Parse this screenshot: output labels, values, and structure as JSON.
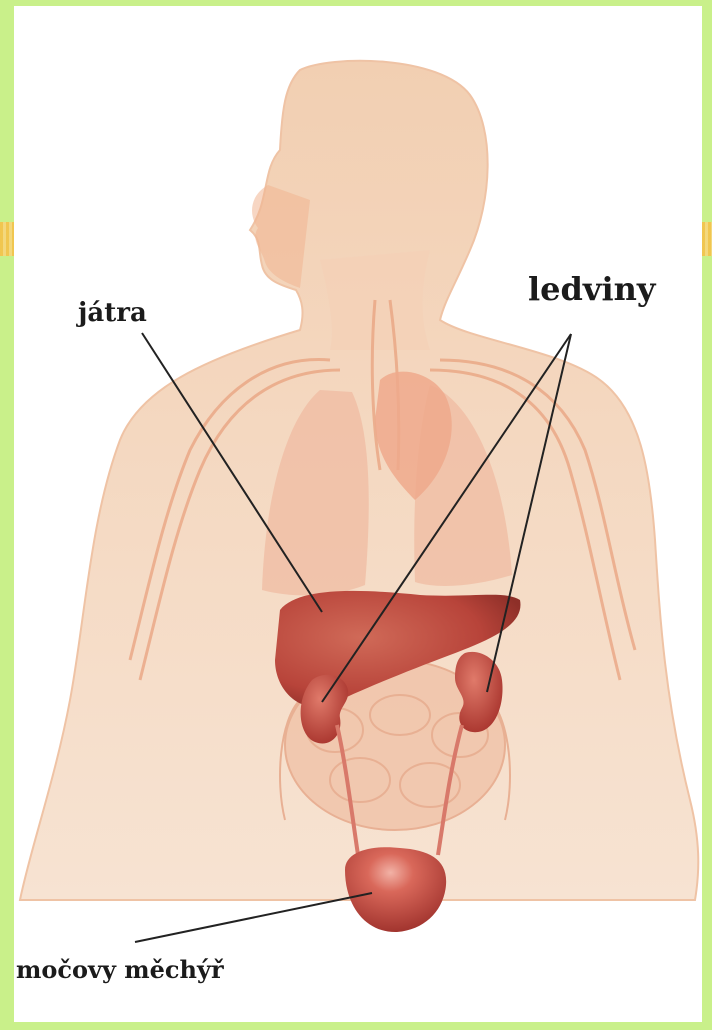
{
  "labels": {
    "liver": "játra",
    "kidneys": "ledviny",
    "bladder": "močovy měchýř"
  },
  "colors": {
    "frame": "#c9f08a",
    "skin": "#f5d7be",
    "organ_red": "#b8443a",
    "lung": "#f0b9a0",
    "vessel": "#e9a27f",
    "leader_line": "#222222"
  },
  "icons": [
    "human-body-illustration"
  ]
}
